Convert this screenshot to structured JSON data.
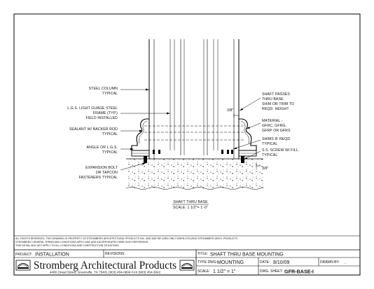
{
  "drawing": {
    "labels_left": {
      "steel_column": [
        "STEEL COLUMN",
        "TYPICAL"
      ],
      "lgs_frame": [
        "L.G.S. LIGHT GUAGE STEEL",
        "FRAME (TYP.)",
        "FIELD INSTALLED"
      ],
      "sealant": [
        "SEALANT W/ BACKER ROD",
        "TYPICAL"
      ],
      "angle": [
        "ANGLE OR L.G.S.",
        "TYPICAL"
      ],
      "expansion_bolt": [
        "EXPANSION BOLT",
        "OR TAPCON",
        "FASTENERS TYPICAL"
      ]
    },
    "labels_right": {
      "shaft_passes": [
        "SHAFT PASSES",
        "THRU BASE.",
        "SHIM OR TRIM TO",
        "REQD. HEIGHT"
      ],
      "material": [
        "MATERIAL -",
        "GFRC, GFRG,",
        "GFRP OR GFRS"
      ],
      "shims": [
        "SHIMS IF REQD.",
        "TYPICAL"
      ],
      "screw": [
        "S.S. SCREW W/ FILL",
        "TYPICAL"
      ]
    },
    "dim_upper": "3/8\"",
    "dim_lower": "3/8\"",
    "detail_title": "SHAFT THRU BASE",
    "detail_scale": "SCALE: 1 1/2\"= 1'-0\""
  },
  "title_block": {
    "legal_lines": [
      "ALL RIGHTS RESERVED. THIS DRAWING IS PROPERTY OF STROMBERG ARCHITECTURAL PRODUCTS INC. AND MAY BE USED ONLY WHEN UTILIZING STROMBERG ARCH. PRODUCTS.",
      "STROMBERG GENERAL TERMS AND CONDITIONS APPLY AND ARE INCORPORATED HERE IN BY REFERENCE.",
      "THIS DETAIL MAY NOT APPLY TO ALL CONDITIONS AND CONSTRUCTION SITUATIONS."
    ],
    "project_label": "PROJECT:",
    "project_value": "INSTALLATION",
    "revisions_label": "REVISIONS:",
    "title_label": "TITLE:",
    "title_value": "SHAFT THRU BASE MOUNTING",
    "type_label": "TYPE DWG:",
    "type_value": "MOUNTING",
    "date_label": "DATE:",
    "date_value": "8/10/09",
    "drawn_label": "DRAWN BY:",
    "drawn_value": ".",
    "scale_label": "SCALE:",
    "scale_value": "1 1/2\" = 1\"",
    "sheet_label": "DWG. SHEET:",
    "sheet_value": "GFR-BASE-I",
    "company_name": "Stromberg Architectural Products",
    "company_address": "4400 Oneal Street, Greenville, TX 75401   (903) 454-0904  FAX (903) 454-3642"
  }
}
